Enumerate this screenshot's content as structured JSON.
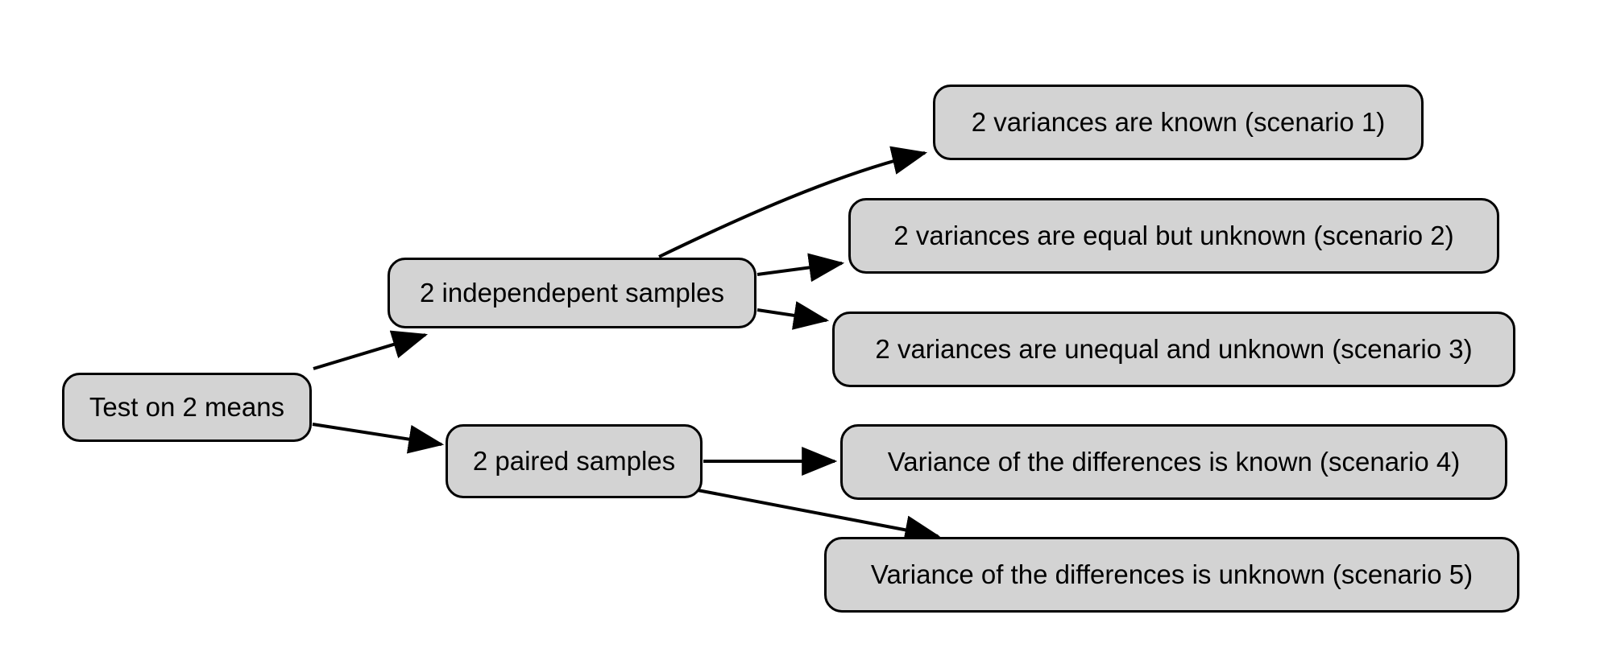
{
  "diagram": {
    "title": "Test on 2 means",
    "type": "decision-tree",
    "colors": {
      "node_fill": "#d3d3d3",
      "node_border": "#000000",
      "edge": "#000000",
      "text": "#000000",
      "background": "#ffffff"
    },
    "nodes": [
      {
        "id": "root",
        "label": "Test on 2 means",
        "level": 1
      },
      {
        "id": "independent",
        "label": "2 independepent samples",
        "level": 2
      },
      {
        "id": "paired",
        "label": "2 paired samples",
        "level": 2
      },
      {
        "id": "scenario1",
        "label": "2 variances are known (scenario 1)",
        "level": 3
      },
      {
        "id": "scenario2",
        "label": "2 variances are equal but unknown (scenario 2)",
        "level": 3
      },
      {
        "id": "scenario3",
        "label": "2 variances are unequal and unknown (scenario 3)",
        "level": 3
      },
      {
        "id": "scenario4",
        "label": "Variance of the differences is known (scenario 4)",
        "level": 3
      },
      {
        "id": "scenario5",
        "label": "Variance of the differences is unknown (scenario 5)",
        "level": 3
      }
    ],
    "edges": [
      {
        "id": "edge-root-independent",
        "from": "root",
        "to": "independent",
        "label": ""
      },
      {
        "id": "edge-root-paired",
        "from": "root",
        "to": "paired",
        "label": ""
      },
      {
        "id": "edge-independent-scenario1",
        "from": "independent",
        "to": "scenario1",
        "label": ""
      },
      {
        "id": "edge-independent-scenario2",
        "from": "independent",
        "to": "scenario2",
        "label": ""
      },
      {
        "id": "edge-independent-scenario3",
        "from": "independent",
        "to": "scenario3",
        "label": ""
      },
      {
        "id": "edge-paired-scenario4",
        "from": "paired",
        "to": "scenario4",
        "label": ""
      },
      {
        "id": "edge-paired-scenario5",
        "from": "paired",
        "to": "scenario5",
        "label": ""
      }
    ]
  }
}
